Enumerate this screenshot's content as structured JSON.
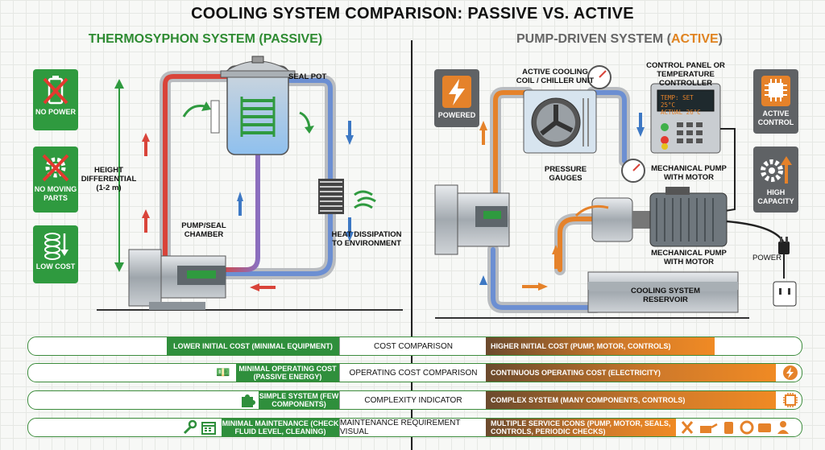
{
  "title": "COOLING SYSTEM COMPARISON: PASSIVE VS. ACTIVE",
  "left": {
    "title": "THERMOSYPHON SYSTEM (PASSIVE)",
    "badges": [
      "NO POWER",
      "NO MOVING PARTS",
      "LOW COST"
    ],
    "labels": {
      "seal_pot": "SEAL POT",
      "height": "HEIGHT DIFFERENTIAL (1-2 m)",
      "pump_seal": "PUMP/SEAL CHAMBER",
      "heat": "HEAT DISSIPATION TO ENVIRONMENT"
    }
  },
  "right": {
    "title_main": "PUMP-DRIVEN SYSTEM (",
    "title_hl": "ACTIVE",
    "title_end": ")",
    "badges": [
      "POWERED",
      "ACTIVE CONTROL",
      "HIGH CAPACITY"
    ],
    "labels": {
      "coil": "ACTIVE COOLING COIL / CHILLER UNIT",
      "control": "CONTROL PANEL OR TEMPERATURE CONTROLLER",
      "gauges": "PRESSURE GAUGES",
      "pump1": "MECHANICAL PUMP WITH MOTOR",
      "pump2": "MECHANICAL PUMP WITH MOTOR",
      "reservoir": "COOLING SYSTEM RESERVOIR",
      "power": "POWER",
      "temp_set": "TEMP: SET 25°C",
      "temp_actual": "ACTUAL 26°C"
    }
  },
  "rows": [
    {
      "left": "LOWER INITIAL COST (MINIMAL EQUIPMENT)",
      "center": "COST COMPARISON",
      "right": "HIGHER INITIAL COST (PUMP, MOTOR, CONTROLS)"
    },
    {
      "left": "MINIMAL OPERATING COST (PASSIVE ENERGY)",
      "center": "OPERATING COST COMPARISON",
      "right": "CONTINUOUS OPERATING COST (ELECTRICITY)"
    },
    {
      "left": "SIMPLE SYSTEM (FEW COMPONENTS)",
      "center": "COMPLEXITY INDICATOR",
      "right": "COMPLEX SYSTEM (MANY COMPONENTS, CONTROLS)"
    },
    {
      "left": "MINIMAL MAINTENANCE (CHECK FLUID LEVEL, CLEANING)",
      "center": "MAINTENANCE REQUIREMENT VISUAL",
      "right": "MULTIPLE SERVICE ICONS (PUMP, MOTOR, SEALS, CONTROLS, PERIODIC CHECKS)"
    }
  ],
  "colors": {
    "green": "#2f9a3f",
    "orange": "#e5822a",
    "hot": "#d9443a",
    "cold": "#3d78c4"
  }
}
